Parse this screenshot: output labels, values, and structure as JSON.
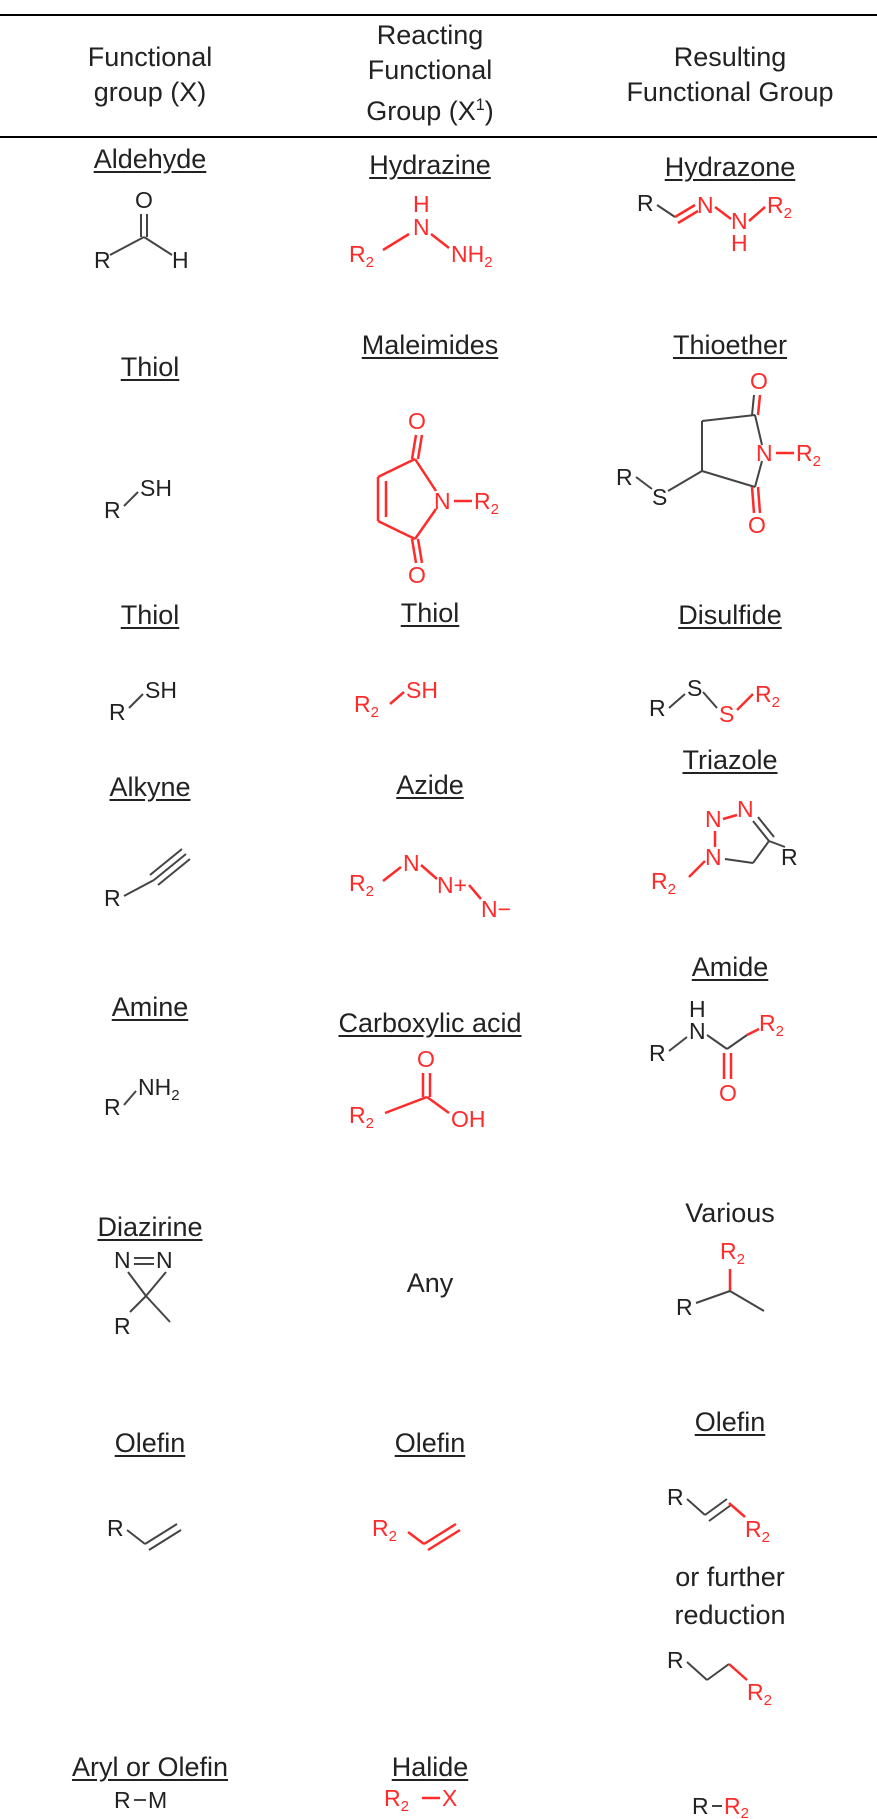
{
  "headers": {
    "col1_line1": "Functional",
    "col1_line2": "group (X)",
    "col2_line1": "Reacting",
    "col2_line2": "Functional",
    "col2_line3_pre": "Group (X",
    "col2_line3_sup": "1",
    "col2_line3_post": ")",
    "col3_line1": "Resulting",
    "col3_line2": "Functional Group"
  },
  "rows": {
    "aldehyde": {
      "x": "Aldehyde",
      "x1": "Hydrazine",
      "res": "Hydrazone"
    },
    "thiol_maleimide": {
      "x": "Thiol",
      "x1": "Maleimides",
      "res": "Thioether"
    },
    "thiol_thiol": {
      "x": "Thiol",
      "x1": "Thiol",
      "res": "Disulfide"
    },
    "alkyne": {
      "x": "Alkyne",
      "x1": "Azide",
      "res": "Triazole"
    },
    "amine": {
      "x": "Amine",
      "x1": "Carboxylic acid",
      "res": "Amide"
    },
    "diazirine": {
      "x": "Diazirine",
      "x1": "Any",
      "res": "Various"
    },
    "olefin": {
      "x": "Olefin",
      "x1": "Olefin",
      "res": "Olefin",
      "res_note1": "or further",
      "res_note2": "reduction"
    },
    "aryl": {
      "x": "Aryl or Olefin",
      "x1": "Halide"
    }
  },
  "atoms": {
    "R": "R",
    "R2": "R",
    "sub2": "2",
    "H": "H",
    "O": "O",
    "N": "N",
    "S": "S",
    "SH": "SH",
    "NH": "NH",
    "NH2": "NH",
    "OH": "OH",
    "Nplus": "N+",
    "Nminus": "N−",
    "X": "X",
    "M": "M"
  },
  "colors": {
    "reacting": "#ff2a2a",
    "text": "#222222",
    "rule": "#000000"
  }
}
